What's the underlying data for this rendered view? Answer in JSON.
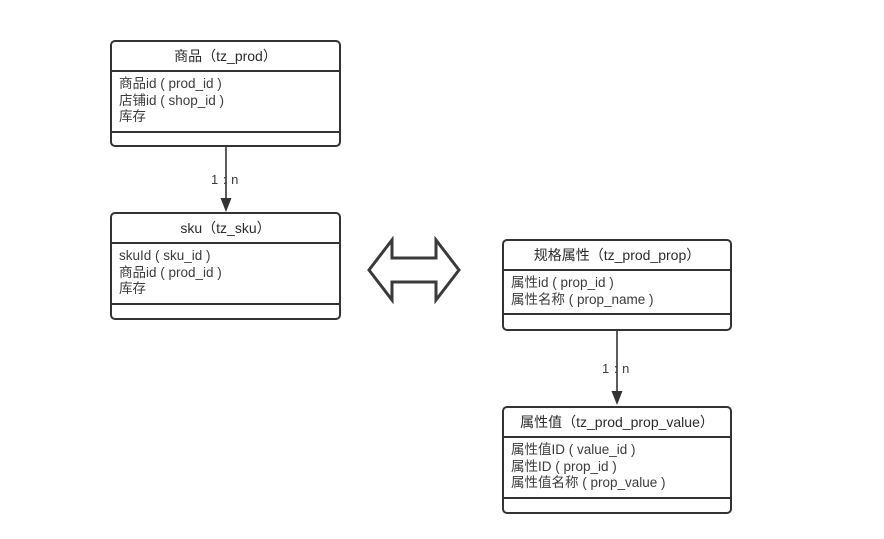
{
  "diagram": {
    "title_cn_sep": " ( ",
    "entities": [
      {
        "id": "tz_prod",
        "name_cn": "商品",
        "name_en": "tz_prod",
        "header": "商品（tz_prod）",
        "attributes": [
          "商品id ( prod_id )",
          "店铺id ( shop_id )",
          "库存"
        ],
        "methods": []
      },
      {
        "id": "tz_sku",
        "name_cn": "sku",
        "name_en": "tz_sku",
        "header": "sku（tz_sku）",
        "attributes": [
          "skuId ( sku_id )",
          "商品id ( prod_id )",
          "库存"
        ],
        "methods": []
      },
      {
        "id": "tz_prod_prop",
        "name_cn": "规格属性",
        "name_en": "tz_prod_prop",
        "header": "规格属性（tz_prod_prop）",
        "attributes": [
          "属性id ( prop_id )",
          "属性名称 ( prop_name )"
        ],
        "methods": []
      },
      {
        "id": "tz_prod_prop_value",
        "name_cn": "属性值",
        "name_en": "tz_prod_prop_value",
        "header": "属性值（tz_prod_prop_value）",
        "attributes": [
          "属性值ID ( value_id )",
          "属性ID ( prop_id )",
          "属性值名称 ( prop_value )"
        ],
        "methods": []
      }
    ],
    "relationships": [
      {
        "id": "prod-to-sku",
        "from": "tz_prod",
        "to": "tz_sku",
        "label": "1 : n"
      },
      {
        "id": "prop-to-prop-value",
        "from": "tz_prod_prop",
        "to": "tz_prod_prop_value",
        "label": "1 : n"
      }
    ],
    "connector": {
      "id": "sku-prop-bidirectional",
      "kind": "bidirectional-arrow",
      "label": ""
    },
    "colors": {
      "background": "#ffffff",
      "border": "#333333",
      "header_text": "#2b2b2b",
      "body_text": "#3c3c3c",
      "arrow": "#333333"
    }
  }
}
